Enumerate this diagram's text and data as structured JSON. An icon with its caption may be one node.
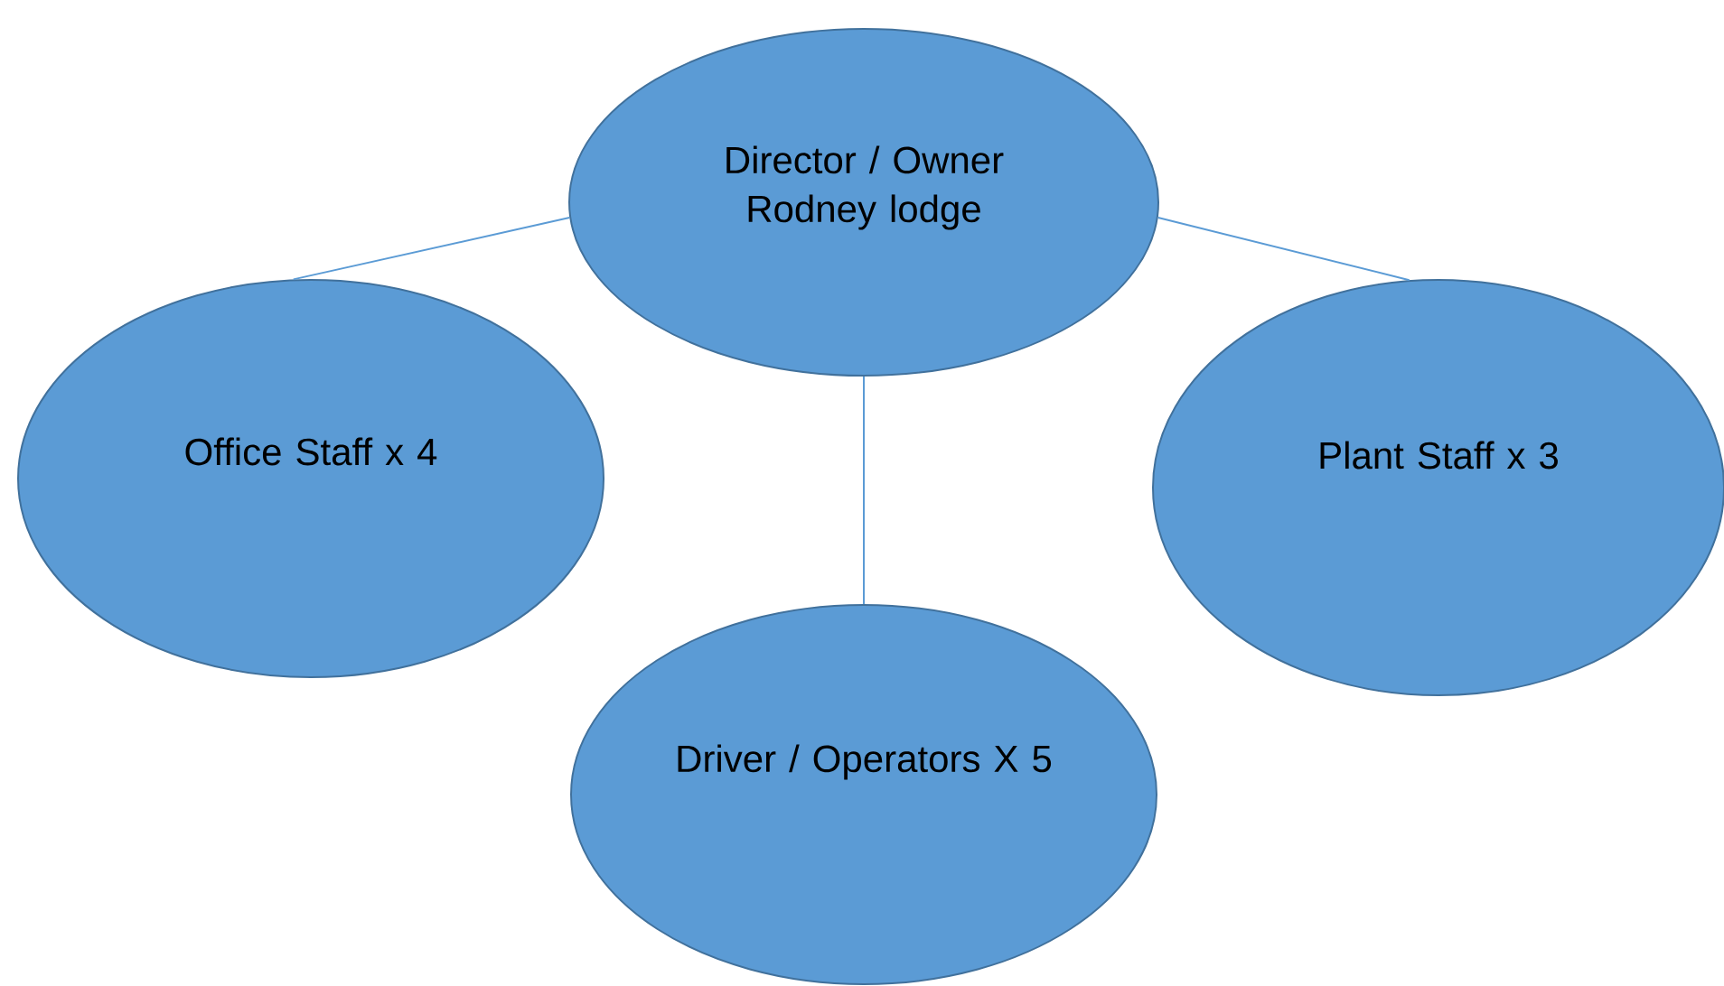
{
  "diagram": {
    "nodes": [
      {
        "text": [
          "Director / Owner Rodney lodge"
        ]
      },
      {
        "text": [
          "Office Staff x 4"
        ]
      },
      {
        "text": [
          "Plant Staff x 3"
        ]
      },
      {
        "text": [
          "Driver / Operators X 5"
        ]
      }
    ],
    "edges": [
      {
        "from": 0,
        "to": 1,
        "arrow": "none"
      },
      {
        "from": 0,
        "to": 2,
        "arrow": "none"
      },
      {
        "from": 0,
        "to": 3,
        "arrow": "none"
      }
    ]
  }
}
